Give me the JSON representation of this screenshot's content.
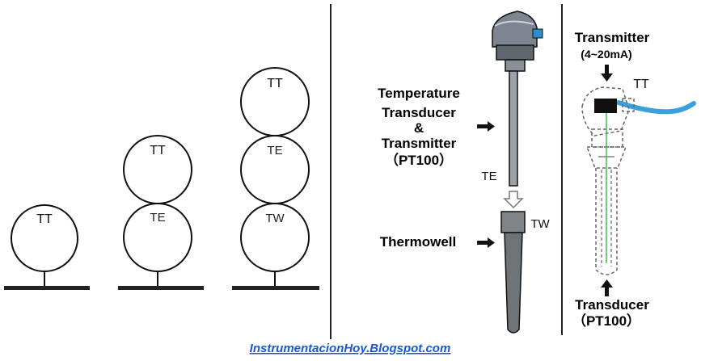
{
  "left_panel": {
    "stack1": {
      "tag": "TT"
    },
    "stack2": {
      "top": "TT",
      "bottom": "TE"
    },
    "stack3": {
      "top": "TT",
      "middle": "TE",
      "bottom": "TW"
    }
  },
  "middle_panel": {
    "transducer_label": [
      "Temperature",
      "Transducer",
      "&",
      "Transmitter",
      "（PT100）"
    ],
    "te_tag": "TE",
    "thermowell_label": "Thermowell",
    "tw_tag": "TW"
  },
  "right_panel": {
    "transmitter_label": "Transmitter",
    "transmitter_range": "(4~20mA)",
    "tt_tag": "TT",
    "transducer_label": "Transducer",
    "transducer_type": "（PT100）"
  },
  "footer": {
    "credit": "InstrumentacionHoy.Blogspot.com"
  },
  "colors": {
    "cable": "#3aa0dc",
    "head": "#7d8590",
    "wire": "#44bb55",
    "credit": "#1a56d6"
  }
}
